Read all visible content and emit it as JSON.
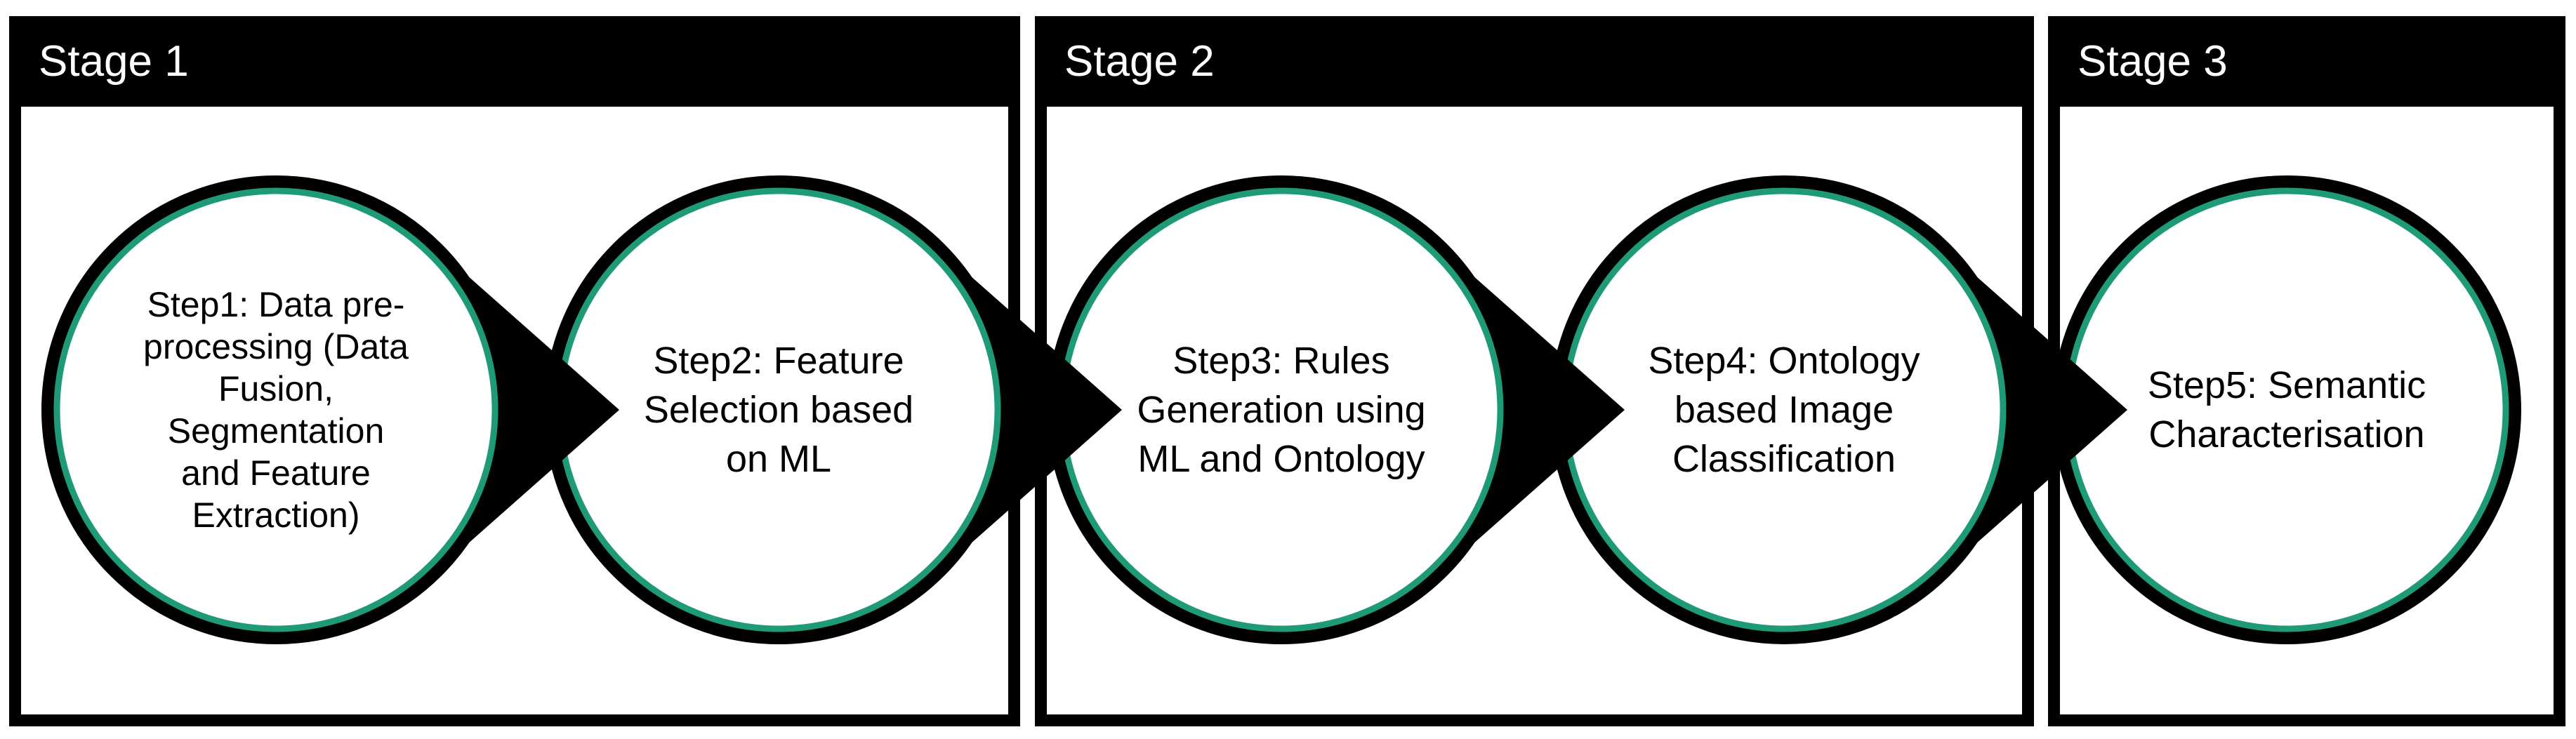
{
  "diagram": {
    "background": "#ffffff",
    "colors": {
      "frame_black": "#000000",
      "ring_green": "#1f9a77",
      "circle_fill": "#ffffff",
      "arrow_black": "#000000",
      "stage_label_text": "#ffffff",
      "step_text": "#000000"
    },
    "stages": [
      {
        "label": "Stage 1",
        "steps": [
          {
            "label": "Step1: Data pre-\nprocessing (Data\nFusion,\nSegmentation\nand Feature\nExtraction)"
          },
          {
            "label": "Step2: Feature\nSelection based\non ML"
          }
        ]
      },
      {
        "label": "Stage 2",
        "steps": [
          {
            "label": "Step3: Rules\nGeneration using\nML and Ontology"
          },
          {
            "label": "Step4: Ontology\nbased Image\nClassification"
          }
        ]
      },
      {
        "label": "Stage 3",
        "steps": [
          {
            "label": "Step5: Semantic\nCharacterisation"
          }
        ]
      }
    ]
  }
}
